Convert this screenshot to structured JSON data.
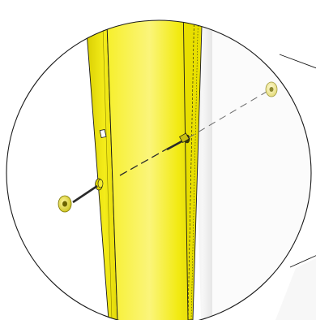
{
  "diagram": {
    "kind": "assembly-detail-callout",
    "parts": [
      {
        "id": "channel-profile",
        "label": "",
        "color": "#f2ea12"
      },
      {
        "id": "bolt",
        "label": "",
        "color": "#2a2a2a"
      },
      {
        "id": "nut",
        "label": "",
        "color": "#e8df3a"
      },
      {
        "id": "washer",
        "label": "",
        "color": "#f1e98a"
      }
    ],
    "colors": {
      "yellow": "#f2ea12",
      "yellow_shadow": "#cfc500",
      "yellow_light": "#fbf6a0",
      "outline": "#1a1a1a",
      "hardware": "#2a2a2a",
      "background": "#ffffff"
    }
  }
}
